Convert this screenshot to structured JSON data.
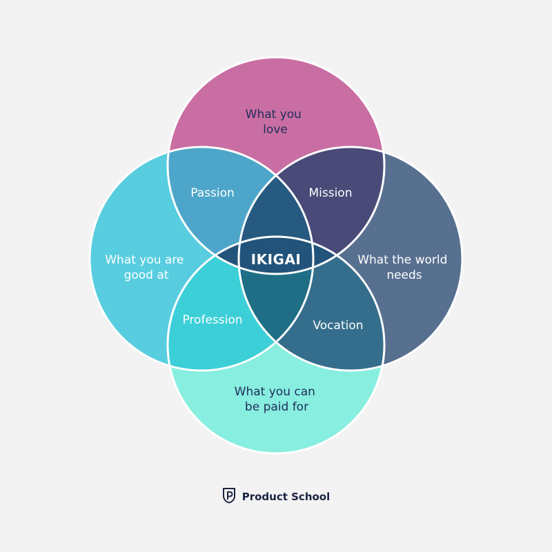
{
  "diagram": {
    "colors": {
      "love": "#c96ea3",
      "good_at": "#58cde0",
      "world_needs": "#587090",
      "paid_for": "#88eedf",
      "passion": "#4da6c9",
      "mission": "#4a4a79",
      "profession": "#3ccfd8",
      "vocation": "#356e8c",
      "love_world": "#275a80",
      "good_paid": "#1f6e86",
      "core": "#22537a",
      "stroke": "#ffffff"
    },
    "sets": {
      "love": [
        "What you",
        "love"
      ],
      "good_at": [
        "What you are",
        "good at"
      ],
      "world_needs": [
        "What the world",
        "needs"
      ],
      "paid_for": [
        "What you can",
        "be paid for"
      ]
    },
    "overlaps": {
      "passion": "Passion",
      "mission": "Mission",
      "profession": "Profession",
      "vocation": "Vocation",
      "center": "IKIGAI"
    }
  },
  "brand": {
    "name": "Product School",
    "logo_icon": "product-school-shield-icon"
  }
}
